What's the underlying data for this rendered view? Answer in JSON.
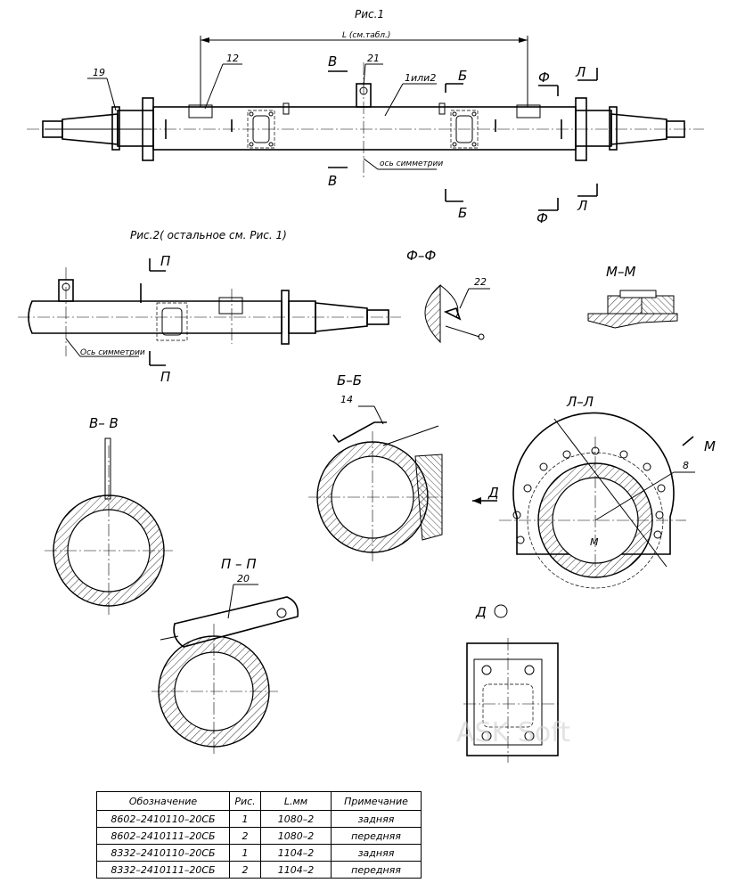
{
  "figures": {
    "fig1": "Рис.1",
    "fig2": "Рис.2( остальное см. Рис. 1)"
  },
  "dimensions": {
    "L": "L (см.табл.)"
  },
  "callouts": [
    "19",
    "12",
    "21",
    "1или2",
    "22",
    "14",
    "8",
    "20"
  ],
  "symmetry_axis": "ось симметрии",
  "symmetry_axis_2": "Ось симметрии",
  "section_marks": {
    "v": "В",
    "b": "Б",
    "f": "Ф",
    "l": "Л",
    "p": "П",
    "m": "М"
  },
  "section_titles": {
    "ff": "Ф–Ф",
    "mm": "М–М",
    "bb": "Б–Б",
    "vv": "В– В",
    "ll": "Л–Л",
    "pp": "П – П",
    "d": "Д"
  },
  "arrow_labels": {
    "d": "Д",
    "m": "М"
  },
  "watermark": "ASK Soft",
  "table": {
    "headers": [
      "Обозначение",
      "Рис.",
      "L.мм",
      "Примечание"
    ],
    "rows": [
      [
        "8602–2410110–20СБ",
        "1",
        "1080–2",
        "задняя"
      ],
      [
        "8602–2410111–20СБ",
        "2",
        "1080–2",
        "передняя"
      ],
      [
        "8332–2410110–20СБ",
        "1",
        "1104–2",
        "задняя"
      ],
      [
        "8332–2410111–20СБ",
        "2",
        "1104–2",
        "передняя"
      ]
    ]
  }
}
